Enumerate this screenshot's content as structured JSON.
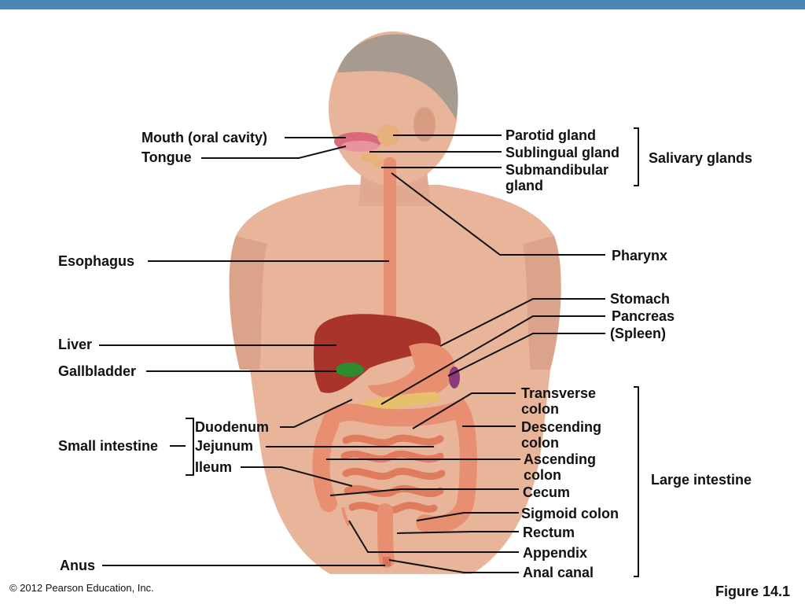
{
  "colors": {
    "top_bar": "#4a86b8",
    "skin": "#e8b49a",
    "liver": "#a8342c",
    "gallbladder": "#2e8b2e",
    "intestine": "#e88f72",
    "pancreas": "#e6c06a"
  },
  "labels": {
    "mouth": "Mouth (oral cavity)",
    "tongue": "Tongue",
    "esophagus": "Esophagus",
    "liver": "Liver",
    "gallbladder": "Gallbladder",
    "small_intestine": "Small intestine",
    "duodenum": "Duodenum",
    "jejunum": "Jejunum",
    "ileum": "Ileum",
    "anus": "Anus",
    "parotid": "Parotid gland",
    "sublingual": "Sublingual gland",
    "submandibular": "Submandibular gland",
    "salivary_glands": "Salivary glands",
    "pharynx": "Pharynx",
    "stomach": "Stomach",
    "pancreas": "Pancreas",
    "spleen": "(Spleen)",
    "transverse_colon": "Transverse colon",
    "descending_colon": "Descending colon",
    "ascending_colon": "Ascending colon",
    "cecum": "Cecum",
    "sigmoid_colon": "Sigmoid colon",
    "rectum": "Rectum",
    "appendix": "Appendix",
    "anal_canal": "Anal canal",
    "large_intestine": "Large intestine"
  },
  "footer": {
    "copyright": "© 2012 Pearson Education, Inc.",
    "figure": "Figure 14.1"
  }
}
